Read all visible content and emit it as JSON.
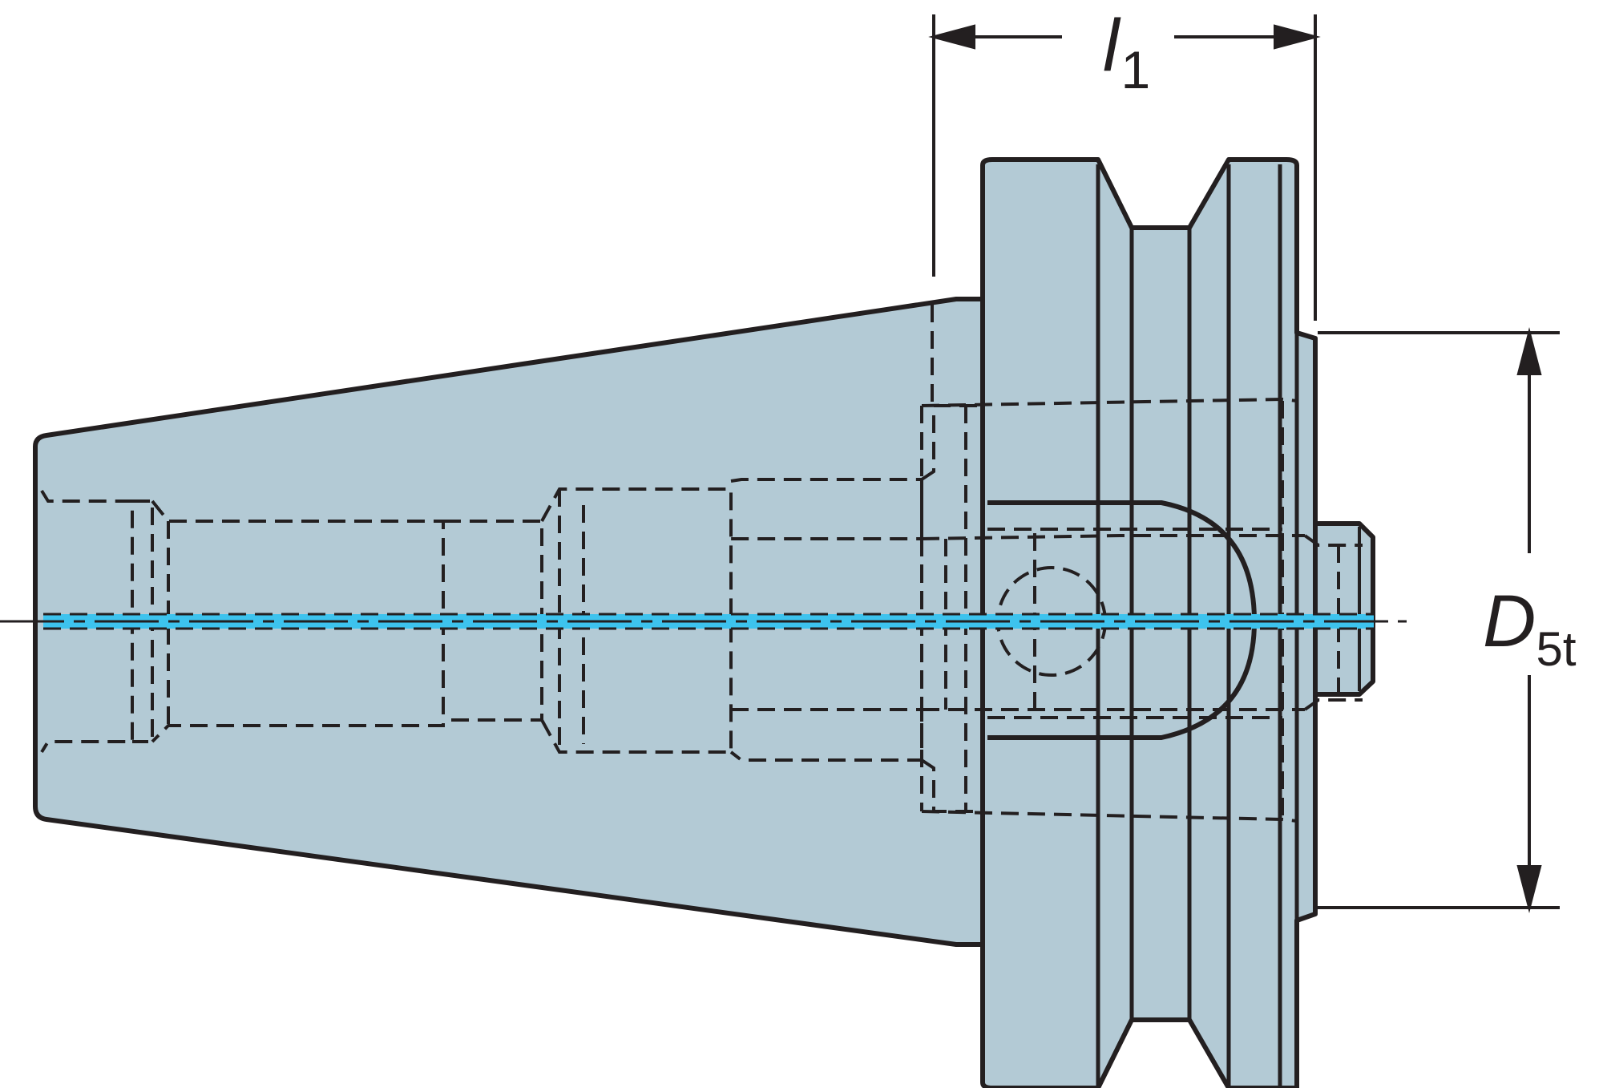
{
  "dimensions": {
    "length": {
      "symbol": "l",
      "subscript": "1"
    },
    "diameter": {
      "symbol": "D",
      "subscript": "5t"
    }
  },
  "colors": {
    "body_fill": "#b3cad5",
    "outline": "#231f20",
    "coolant_channel": "#3dc3ee",
    "background": "#ffffff"
  }
}
